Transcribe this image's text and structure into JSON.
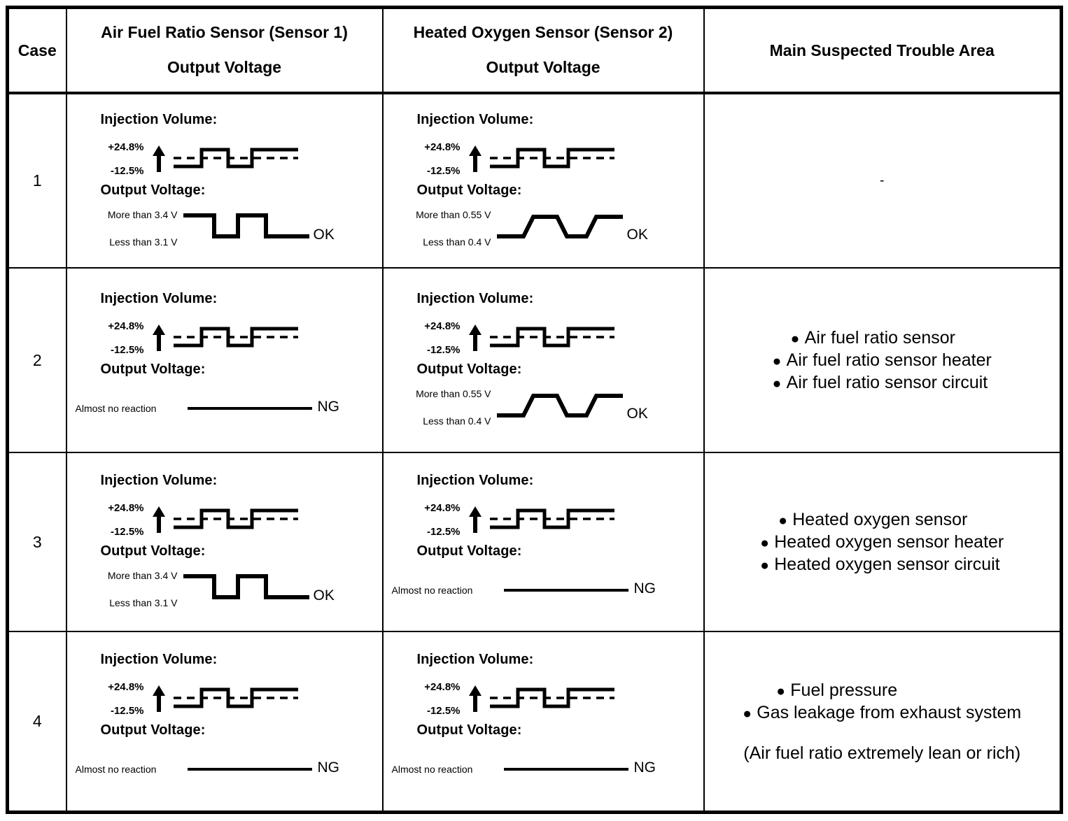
{
  "table": {
    "headers": {
      "case": "Case",
      "sensor1_line1": "Air Fuel Ratio Sensor (Sensor 1)",
      "sensor1_line2": "Output Voltage",
      "sensor2_line1": "Heated Oxygen Sensor (Sensor 2)",
      "sensor2_line2": "Output Voltage",
      "trouble_area": "Main Suspected Trouble Area"
    },
    "labels": {
      "injection_volume": "Injection Volume:",
      "output_voltage": "Output Voltage:",
      "inj_high": "+24.8%",
      "inj_low": "-12.5%",
      "s1_volt_high": "More than 3.4 V",
      "s1_volt_low": "Less than 3.1 V",
      "s2_volt_high": "More than 0.55 V",
      "s2_volt_low": "Less than 0.4 V",
      "no_reaction": "Almost no reaction",
      "ok": "OK",
      "ng": "NG"
    },
    "rows": [
      {
        "case": "1",
        "sensor1": {
          "injection_volume_label": "Injection Volume:",
          "inj_high": "+24.8%",
          "inj_low": "-12.5%",
          "output_voltage_label": "Output Voltage:",
          "mode": "square",
          "volt_high": "More than 3.4 V",
          "volt_low": "Less than 3.1 V",
          "verdict": "OK"
        },
        "sensor2": {
          "injection_volume_label": "Injection Volume:",
          "inj_high": "+24.8%",
          "inj_low": "-12.5%",
          "output_voltage_label": "Output Voltage:",
          "mode": "trapezoid",
          "volt_high": "More than 0.55 V",
          "volt_low": "Less than 0.4 V",
          "verdict": "OK"
        },
        "trouble": {
          "type": "dash",
          "dash": "-",
          "items": [],
          "note": ""
        }
      },
      {
        "case": "2",
        "sensor1": {
          "injection_volume_label": "Injection Volume:",
          "inj_high": "+24.8%",
          "inj_low": "-12.5%",
          "output_voltage_label": "Output Voltage:",
          "mode": "flat",
          "flat_label": "Almost no reaction",
          "verdict": "NG"
        },
        "sensor2": {
          "injection_volume_label": "Injection Volume:",
          "inj_high": "+24.8%",
          "inj_low": "-12.5%",
          "output_voltage_label": "Output Voltage:",
          "mode": "trapezoid",
          "volt_high": "More than 0.55 V",
          "volt_low": "Less than 0.4 V",
          "verdict": "OK"
        },
        "trouble": {
          "type": "list",
          "items": [
            "Air fuel ratio sensor",
            "Air fuel ratio sensor heater",
            "Air fuel ratio sensor circuit"
          ],
          "note": ""
        }
      },
      {
        "case": "3",
        "sensor1": {
          "injection_volume_label": "Injection Volume:",
          "inj_high": "+24.8%",
          "inj_low": "-12.5%",
          "output_voltage_label": "Output Voltage:",
          "mode": "square",
          "volt_high": "More than 3.4 V",
          "volt_low": "Less than 3.1 V",
          "verdict": "OK"
        },
        "sensor2": {
          "injection_volume_label": "Injection Volume:",
          "inj_high": "+24.8%",
          "inj_low": "-12.5%",
          "output_voltage_label": "Output Voltage:",
          "mode": "flat",
          "flat_label": "Almost no reaction",
          "verdict": "NG"
        },
        "trouble": {
          "type": "list",
          "items": [
            "Heated oxygen sensor",
            "Heated oxygen sensor heater",
            "Heated oxygen sensor circuit"
          ],
          "note": ""
        }
      },
      {
        "case": "4",
        "sensor1": {
          "injection_volume_label": "Injection Volume:",
          "inj_high": "+24.8%",
          "inj_low": "-12.5%",
          "output_voltage_label": "Output Voltage:",
          "mode": "flat",
          "flat_label": "Almost no reaction",
          "verdict": "NG"
        },
        "sensor2": {
          "injection_volume_label": "Injection Volume:",
          "inj_high": "+24.8%",
          "inj_low": "-12.5%",
          "output_voltage_label": "Output Voltage:",
          "mode": "flat",
          "flat_label": "Almost no reaction",
          "verdict": "NG"
        },
        "trouble": {
          "type": "list",
          "items": [
            "Fuel pressure",
            "Gas leakage from exhaust system"
          ],
          "note": "(Air fuel ratio extremely lean or rich)"
        }
      }
    ]
  },
  "icons": {
    "arrow_up": "arrow-up-icon",
    "bullet": "●"
  },
  "colors": {
    "line": "#000000",
    "background": "#ffffff"
  }
}
